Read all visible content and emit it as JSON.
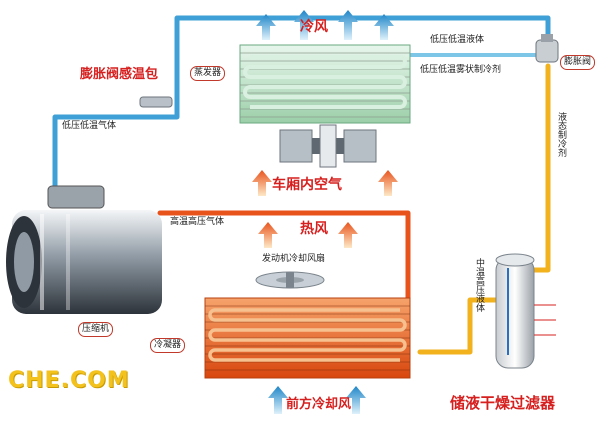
{
  "labels": {
    "cold_air": "冷风",
    "hot_air": "热风",
    "expansion_bulb": "膨胀阀感温包",
    "evaporator": "蒸发器",
    "expansion_valve": "膨胀阀",
    "low_press_low_temp_liquid": "低压低温液体",
    "low_press_low_temp_mist": "低压低温雾状制冷剂",
    "low_press_low_temp_gas": "低压低温气体",
    "liquid_refrigerant": "液态制冷剂",
    "cabin_air": "车厢内空气",
    "high_temp_high_press_gas": "高温高压气体",
    "engine_fan": "发动机冷却风扇",
    "compressor": "压缩机",
    "condenser": "冷凝器",
    "mid_temp_high_press_liquid": "中温高压液体",
    "front_cooling_air": "前方冷却风",
    "receiver_drier": "储液干燥过滤器"
  },
  "logo": "CHE.COM",
  "colors": {
    "cold_pipe": "#3ea0d6",
    "hot_pipe": "#e8531c",
    "liquid_pipe": "#f2b21d",
    "label_red": "#d6201f",
    "logo_yellow": "#f4c21c"
  },
  "icons": {
    "cold_arrows": "upward-blue-arrows",
    "hot_arrows": "upward-orange-arrows",
    "fan": "cooling-fan-icon",
    "compressor": "compressor-icon",
    "drier": "receiver-drier-icon"
  }
}
